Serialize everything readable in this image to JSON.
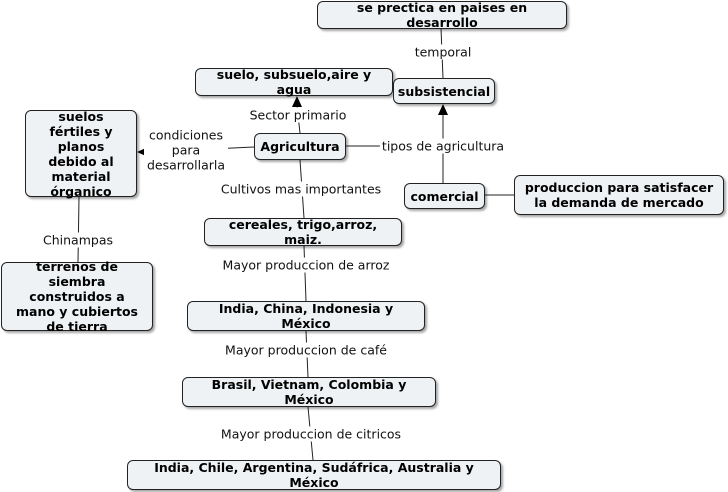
{
  "nodes": {
    "practica": "se prectica en paises en desarrollo",
    "suelo": "suelo, subsuelo,aire y agua",
    "subsistencial": "subsistencial",
    "suelos_fertiles": "suelos fértiles y planos debido al material órganico",
    "agricultura": "Agricultura",
    "comercial": "comercial",
    "produccion_mercado": "produccion para satisfacer la demanda de mercado",
    "terrenos": "terrenos de siembra construidos a mano y cubiertos de tierra",
    "cereales": "cereales, trigo,arroz, maiz.",
    "india_china": "India, China, Indonesia y México",
    "brasil": "Brasil, Vietnam, Colombia y México",
    "india_chile": "India, Chile, Argentina, Sudáfrica, Australia y México"
  },
  "links": {
    "temporal": "temporal",
    "sector_primario": "Sector primario",
    "condiciones": "condiciones para desarrollarla",
    "tipos_agricultura": "tipos de agricultura",
    "cultivos": "Cultivos mas importantes",
    "chinampas": "Chinampas",
    "arroz": "Mayor produccion de arroz",
    "cafe": "Mayor produccion de café",
    "citricos": "Mayor produccion de citricos"
  },
  "colors": {
    "node_fill": "#eef2f4",
    "border": "#222222",
    "line": "#222222"
  }
}
